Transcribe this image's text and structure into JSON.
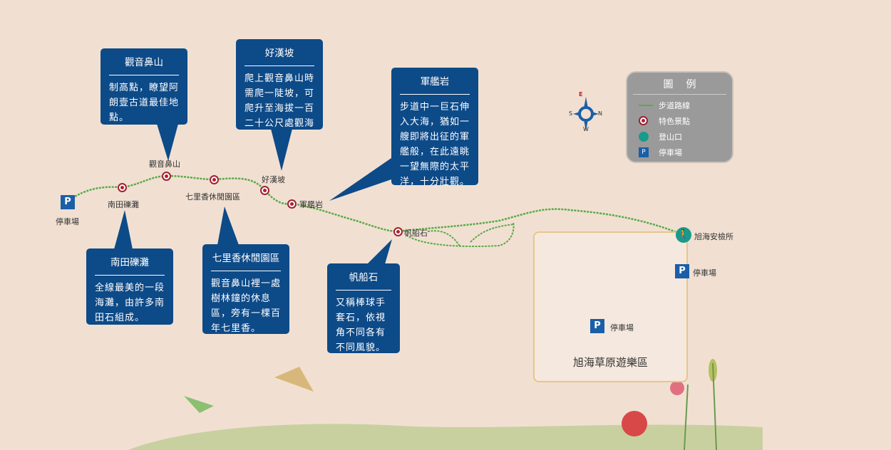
{
  "callouts": [
    {
      "title": "觀音鼻山",
      "body": "制高點，瞭望阿朗壹古道最佳地點。"
    },
    {
      "title": "好漢坡",
      "body": "爬上觀音鼻山時需爬一陡坡，可爬升至海拔一百二十公尺處觀海"
    },
    {
      "title": "軍艦岩",
      "body": "步道中一巨石伸入大海，猶如一艘即將出征的軍艦般，在此遠眺一望無際的太平洋，十分壯觀。"
    },
    {
      "title": "南田礫灘",
      "body": "全線最美的一段海灘，由許多南田石組成。"
    },
    {
      "title": "七里香休閒園區",
      "body": "觀音鼻山裡一處樹林鐘的休息區，旁有一棵百年七里香。"
    },
    {
      "title": "帆船石",
      "body": "又稱棒球手套石，依視角不同各有不同風貌。"
    }
  ],
  "labels": {
    "nantian": "南田礫灘",
    "guanyin": "觀音鼻山",
    "qilixiang": "七里香休閒園區",
    "haohan": "好漢坡",
    "junjian": "軍艦岩",
    "fanchuan": "帆船石",
    "xuhai": "旭海安檢所",
    "parking": "停車場",
    "park_area": "旭海草原遊樂區"
  },
  "compass": {
    "e": "E",
    "s": "S",
    "n": "N",
    "w": "W"
  },
  "legend": {
    "title": "圖例",
    "items": [
      "步道路線",
      "特色景點",
      "登山口",
      "停車場"
    ]
  },
  "icons": {
    "parking": "P",
    "hiker": "hiker-icon",
    "spot": "scenic-spot-icon"
  },
  "colors": {
    "callout": "#0d4a88",
    "trail": "#5aaa48",
    "spot": "#a02030",
    "parking": "#1a5fa8",
    "trailhead": "#1a9a8a"
  }
}
